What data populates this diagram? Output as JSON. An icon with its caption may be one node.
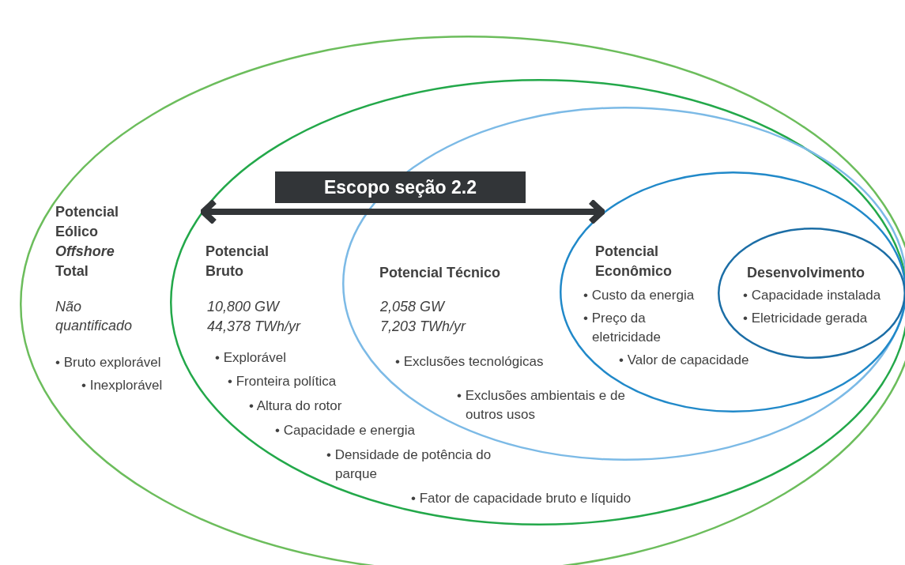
{
  "diagram": {
    "nodes": [
      {
        "text": [
          "Potencial Eólico *Offshore* Total",
          "Não quantificado",
          "• Bruto explorável",
          "• Inexplorável"
        ]
      },
      {
        "text": [
          "Potencial Bruto",
          "10,800 GW",
          "44,378 TWh/yr",
          "• Explorável",
          "• Fronteira política",
          "• Altura do rotor",
          "• Capacidade e energia",
          "• Densidade de potência do parque",
          "• Fator de capacidade bruto e líquido"
        ],
        "in": 0
      },
      {
        "text": [
          "Potencial Técnico",
          "2,058 GW",
          "7,203 TWh/yr",
          "• Exclusões tecnológicas",
          "• Exclusões ambientais e de outros usos"
        ],
        "in": 1
      },
      {
        "text": [
          "Potencial Econômico",
          "• Custo da energia",
          "• Preço da eletricidade",
          "• Valor de capacidade"
        ],
        "in": 2
      },
      {
        "text": [
          "Desenvolvimento",
          "• Capacidade instalada",
          "• Eletricidade gerada"
        ],
        "in": 3
      },
      {
        "text": [
          "Escopo seção 2.2"
        ],
        "in": 1
      }
    ],
    "edges": [
      {
        "from": 1,
        "to": 3,
        "arrow": "both"
      }
    ]
  }
}
